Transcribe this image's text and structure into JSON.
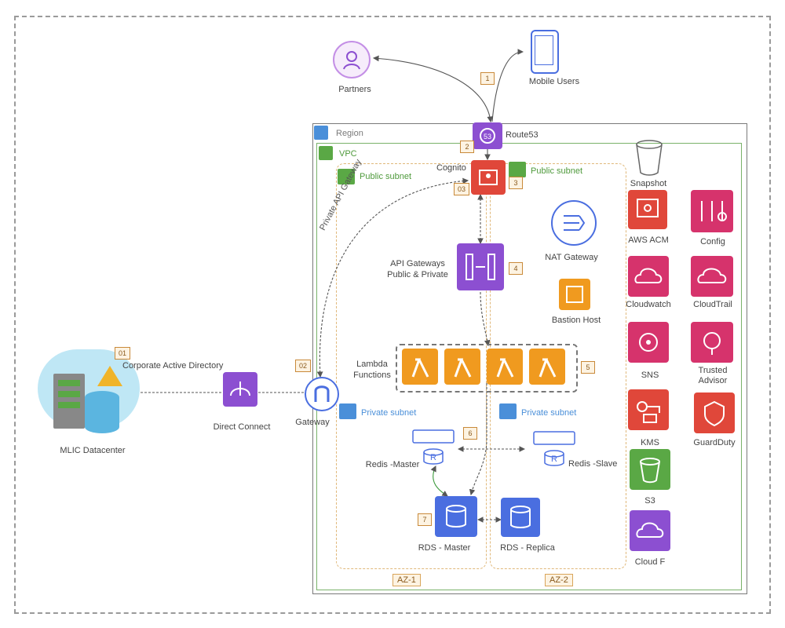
{
  "colors": {
    "purple": "#8c4fd1",
    "purple_light": "#c48fe6",
    "pink": "#d6336c",
    "orange": "#f09a1f",
    "red": "#e0473a",
    "blue": "#4a6ee0",
    "green": "#5aa845",
    "region_blue": "#4a8fd9",
    "line": "#555555"
  },
  "actors": {
    "partners": "Partners",
    "mobile_users": "Mobile Users"
  },
  "region": {
    "label": "Region",
    "vpc": "VPC"
  },
  "services": {
    "route53": "Route53",
    "cognito": "Cognito",
    "api_gateway_line1": "API Gateways",
    "api_gateway_line2": "Public & Private",
    "nat_gateway": "NAT Gateway",
    "bastion_host": "Bastion Host",
    "lambda_line1": "Lambda",
    "lambda_line2": "Functions",
    "redis_master": "Redis -Master",
    "redis_slave": "Redis -Slave",
    "rds_master": "RDS - Master",
    "rds_replica": "RDS - Replica",
    "gateway": "Gateway",
    "direct_connect": "Direct Connect",
    "corporate_ad": "Corporate Active Directory",
    "datacenter": "MLIC Datacenter",
    "private_api_gateway": "Private API Gateway",
    "snapshot": "Snapshot"
  },
  "subnets": {
    "public_1": "Public subnet",
    "public_2": "Public subnet",
    "private_1": "Private subnet",
    "private_2": "Private subnet"
  },
  "zones": {
    "az1": "AZ-1",
    "az2": "AZ-2"
  },
  "side_services": {
    "aws_acm": "AWS ACM",
    "config": "Config",
    "cloudwatch": "Cloudwatch",
    "cloudtrail": "CloudTrail",
    "sns": "SNS",
    "trusted_advisor_line1": "Trusted",
    "trusted_advisor_line2": "Advisor",
    "kms": "KMS",
    "guardduty": "GuardDuty",
    "s3": "S3",
    "cloudfront": "Cloud F"
  },
  "badges": {
    "b1": "1",
    "b2": "2",
    "b3": "3",
    "b4": "4",
    "b5": "5",
    "b6": "6",
    "b7": "7",
    "b01": "01",
    "b02": "02",
    "b03": "03"
  }
}
